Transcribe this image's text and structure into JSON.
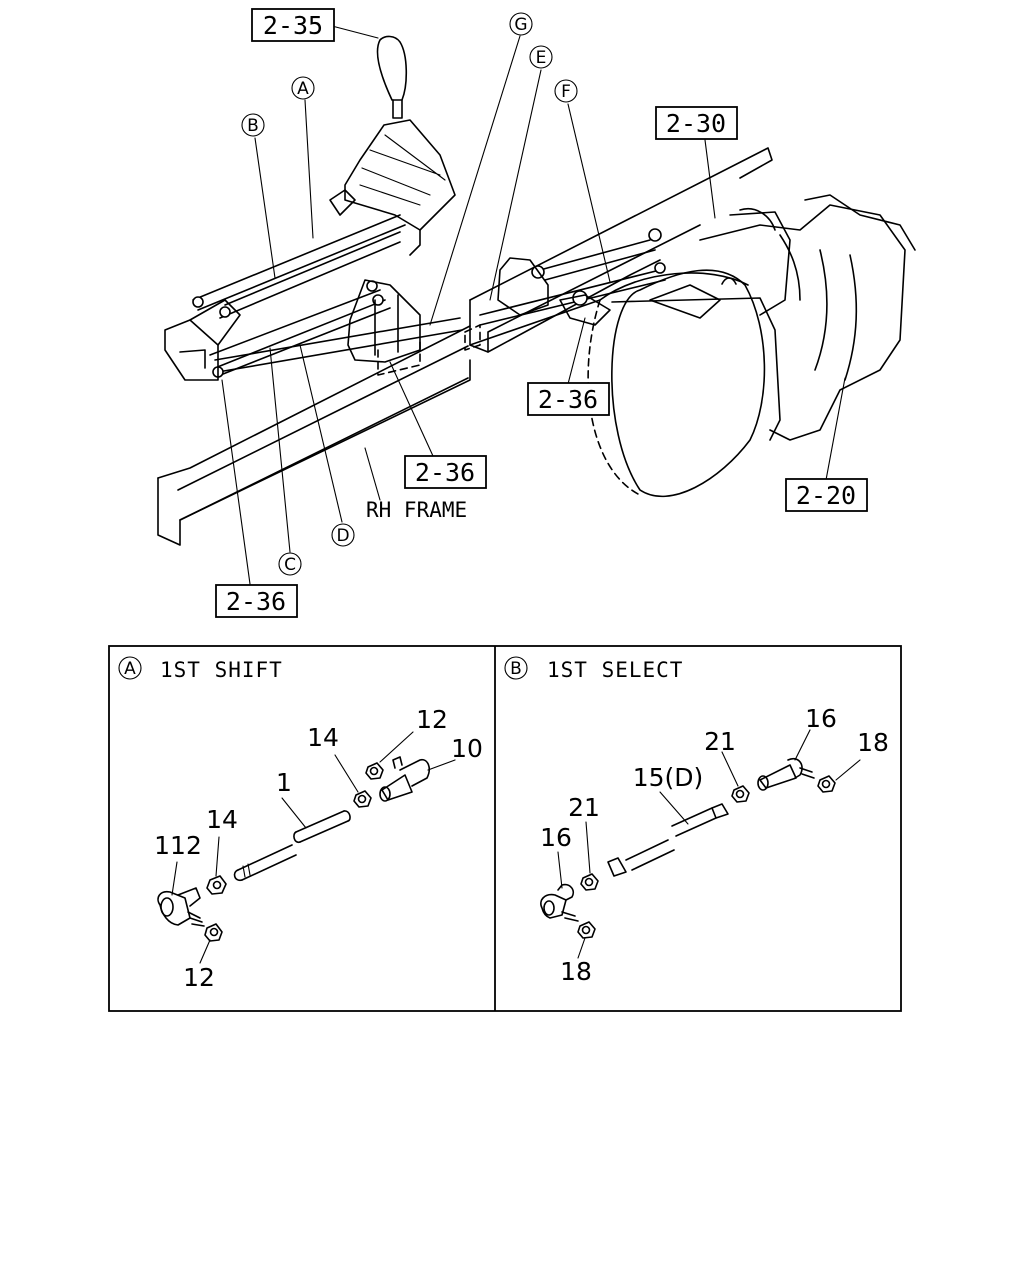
{
  "refs": {
    "r235": "2-35",
    "r230": "2-30",
    "r236_right": "2-36",
    "r236_mid": "2-36",
    "r236_left": "2-36",
    "r220": "2-20"
  },
  "callouts": {
    "A": "A",
    "B": "B",
    "C": "C",
    "D": "D",
    "E": "E",
    "F": "F",
    "G": "G"
  },
  "frame_label": "RH FRAME",
  "detail_a": {
    "marker": "A",
    "title": "1ST SHIFT",
    "parts": {
      "p112": "112",
      "p14a": "14",
      "p12a": "12",
      "p1": "1",
      "p14b": "14",
      "p12b": "12",
      "p10": "10"
    }
  },
  "detail_b": {
    "marker": "B",
    "title": "1ST SELECT",
    "parts": {
      "p16a": "16",
      "p21a": "21",
      "p18a": "18",
      "p15": "15(D)",
      "p21b": "21",
      "p16b": "16",
      "p18b": "18"
    }
  }
}
